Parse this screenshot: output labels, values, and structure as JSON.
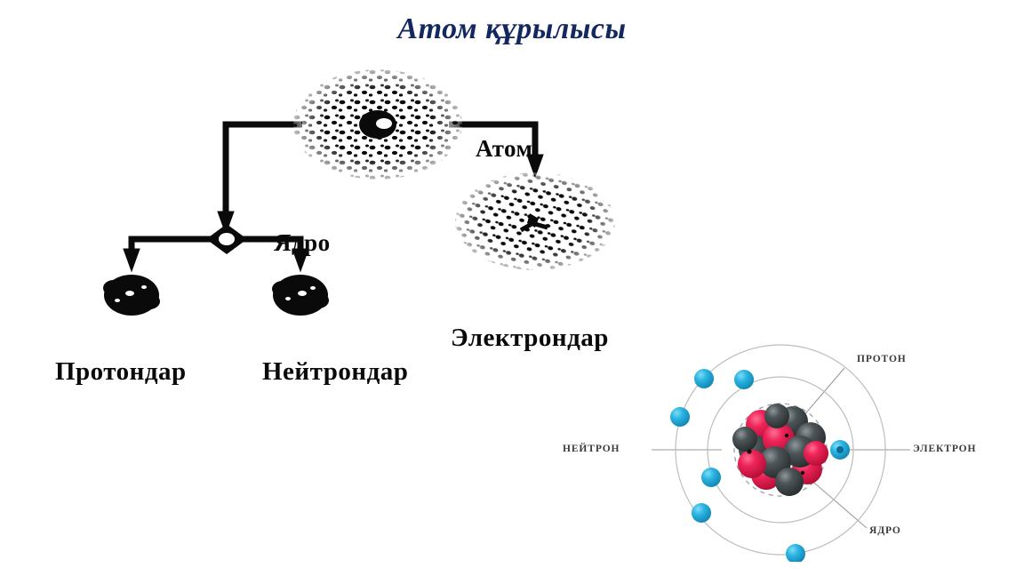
{
  "slide": {
    "title": "Атом құрылысы",
    "title_color": "#12285e",
    "background_color": "#ffffff"
  },
  "tree_diagram": {
    "kind": "scanned-black-and-white-tree",
    "labels": {
      "atom": "Атом",
      "nucleus": "Ядро",
      "electrons": "Электрондар",
      "protons": "Протондар",
      "neutrons": "Нейтрондар"
    },
    "ink_color": "#0a0a0a",
    "nodes": [
      {
        "name": "atom-cloud",
        "label": "Атом",
        "shape": "stippled-ellipse"
      },
      {
        "name": "electron-cloud",
        "label": "Электрондар",
        "shape": "stippled-ellipse"
      },
      {
        "name": "nucleus-node",
        "label": "Ядро",
        "shape": "diamond"
      },
      {
        "name": "proton-blob",
        "label": "Протондар",
        "shape": "solid-blob"
      },
      {
        "name": "neutron-blob",
        "label": "Нейтрондар",
        "shape": "solid-blob"
      }
    ]
  },
  "atom_figure": {
    "kind": "bohr-model-illustration",
    "labels": {
      "proton": "ПРОТОН",
      "neutron": "НЕЙТРОН",
      "electron": "ЭЛЕКТРОН",
      "nucleus": "ЯДРО"
    },
    "colors": {
      "proton": "#e8174a",
      "neutron": "#474d50",
      "electron": "#29b6e0",
      "orbit": "#bdbdbd",
      "leader_line": "#9a9a9a",
      "label_text": "#3b3b3b"
    },
    "counts": {
      "outer_orbit_electrons": 4,
      "inner_orbit_electrons": 2,
      "labeled_electron": 1
    }
  }
}
